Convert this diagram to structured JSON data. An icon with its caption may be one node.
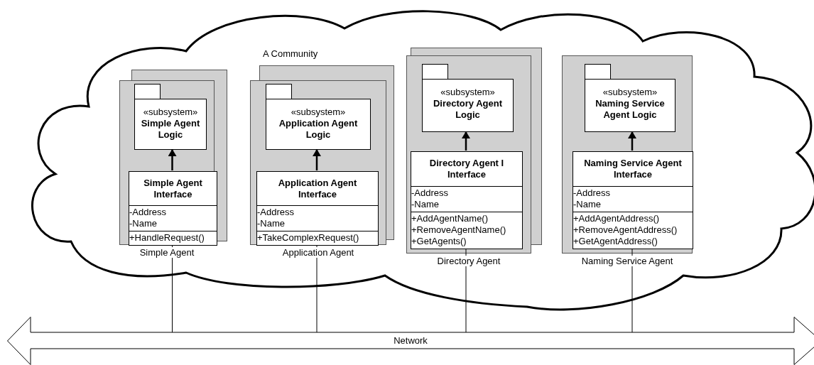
{
  "diagram": {
    "nodes": [
      {
        "text": [
          "A Community"
        ]
      },
      {
        "text": [
          "Simple Agent"
        ],
        "in": 0
      },
      {
        "text": [
          "«subsystem»",
          "Simple Agent Logic"
        ],
        "in": 1
      },
      {
        "text": [
          "Simple Agent Interface",
          "-Address",
          "-Name",
          "+HandleRequest()"
        ],
        "in": 1
      },
      {
        "text": [
          "Application Agent"
        ],
        "in": 0
      },
      {
        "text": [
          "«subsystem»",
          "Application Agent Logic"
        ],
        "in": 4
      },
      {
        "text": [
          "Application Agent Interface",
          "-Address",
          "-Name",
          "+TakeComplexRequest()"
        ],
        "in": 4
      },
      {
        "text": [
          "Directory Agent"
        ],
        "in": 0
      },
      {
        "text": [
          "«subsystem»",
          "Directory Agent Logic"
        ],
        "in": 7
      },
      {
        "text": [
          "Directory Agent I Interface",
          "-Address",
          "-Name",
          "+AddAgentName()",
          "+RemoveAgentName()",
          "+GetAgents()"
        ],
        "in": 7
      },
      {
        "text": [
          "Naming Service Agent"
        ],
        "in": 0
      },
      {
        "text": [
          "«subsystem»",
          "Naming Service Agent Logic"
        ],
        "in": 10
      },
      {
        "text": [
          "Naming Service Agent Interface",
          "-Address",
          "-Name",
          "+AddAgentAddress()",
          "+RemoveAgentAddress()",
          "+GetAgentAddress()"
        ],
        "in": 10
      },
      {
        "text": [
          "Network"
        ]
      }
    ],
    "edges": [
      {
        "from": 3,
        "to": 2,
        "arrow": "to"
      },
      {
        "from": 6,
        "to": 5,
        "arrow": "to"
      },
      {
        "from": 9,
        "to": 8,
        "arrow": "to"
      },
      {
        "from": 12,
        "to": 11,
        "arrow": "to"
      },
      {
        "from": 3,
        "to": 13,
        "arrow": "none"
      },
      {
        "from": 6,
        "to": 13,
        "arrow": "none"
      },
      {
        "from": 9,
        "to": 13,
        "arrow": "none"
      },
      {
        "from": 12,
        "to": 13,
        "arrow": "none"
      }
    ]
  }
}
